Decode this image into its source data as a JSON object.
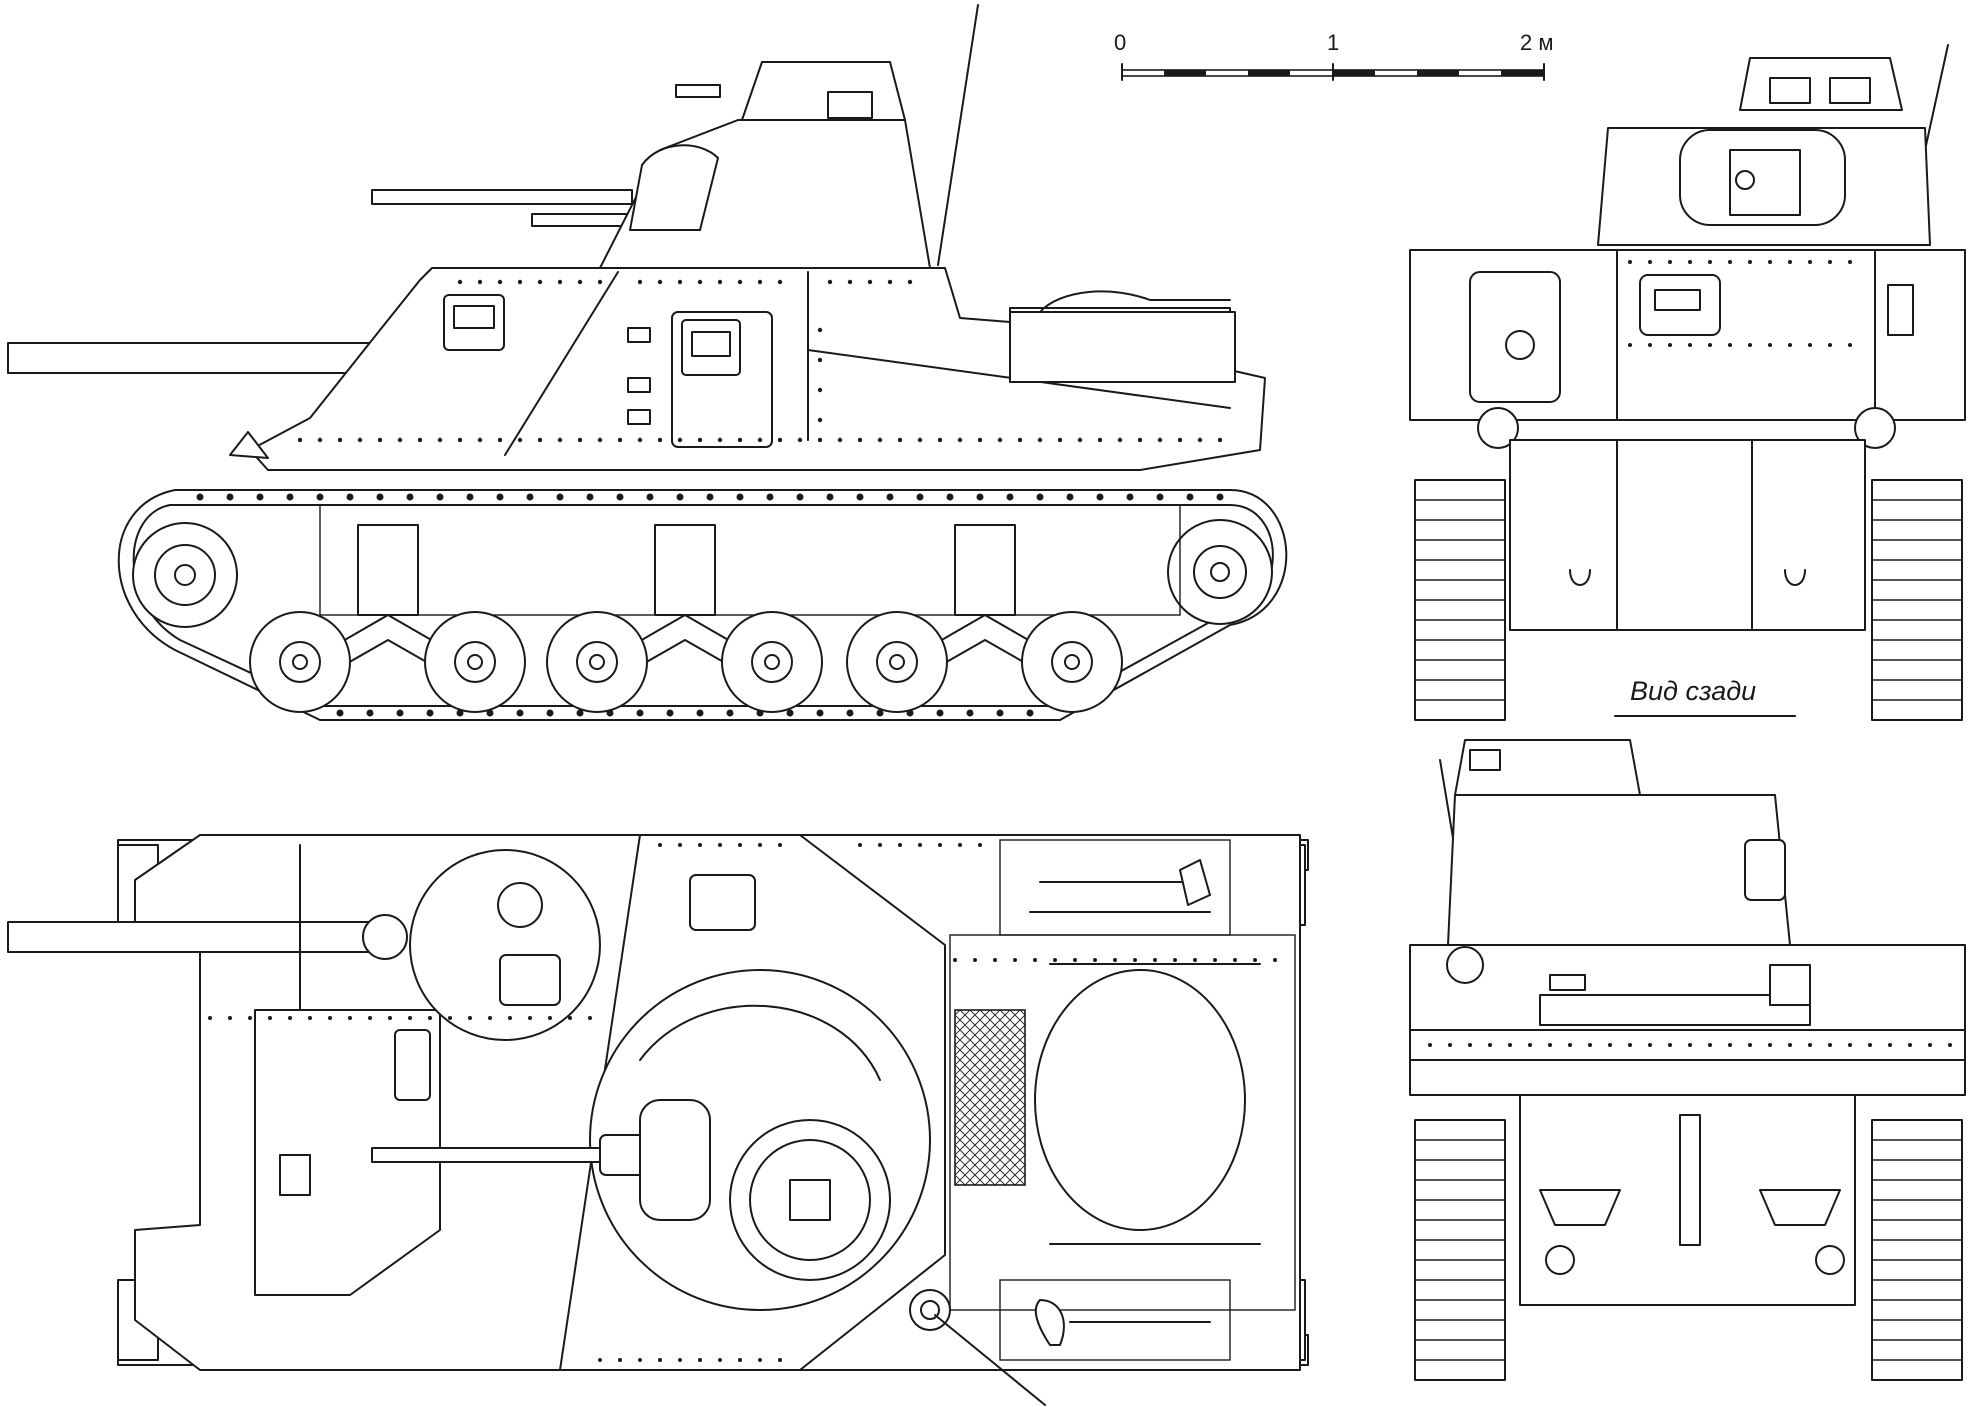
{
  "scale_bar": {
    "ticks": [
      "0",
      "1",
      "2 м"
    ]
  },
  "labels": {
    "rear_view": "Вид сзади"
  }
}
